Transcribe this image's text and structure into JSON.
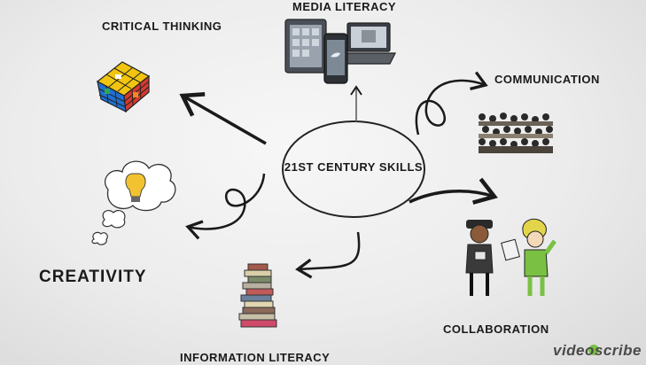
{
  "diagram": {
    "center": "21ST CENTURY SKILLS",
    "skills": {
      "media_literacy": "MEDIA LITERACY",
      "critical_thinking": "CRITICAL THINKING",
      "communication": "COMMUNICATION",
      "creativity": "CREATIVITY",
      "collaboration": "COLLABORATION",
      "information_literacy": "INFORMATION LITERACY"
    },
    "icons": [
      "tablet-phone-laptop-icon",
      "rubiks-cube-icon",
      "lightbulb-cloud-icon",
      "crowd-icon",
      "two-people-icon",
      "book-stack-icon"
    ]
  },
  "watermark": {
    "logo": "videoscribe"
  },
  "colors": {
    "ink": "#1a1a1a",
    "accent_green": "#7ac143",
    "bulb_yellow": "#f2c230"
  }
}
